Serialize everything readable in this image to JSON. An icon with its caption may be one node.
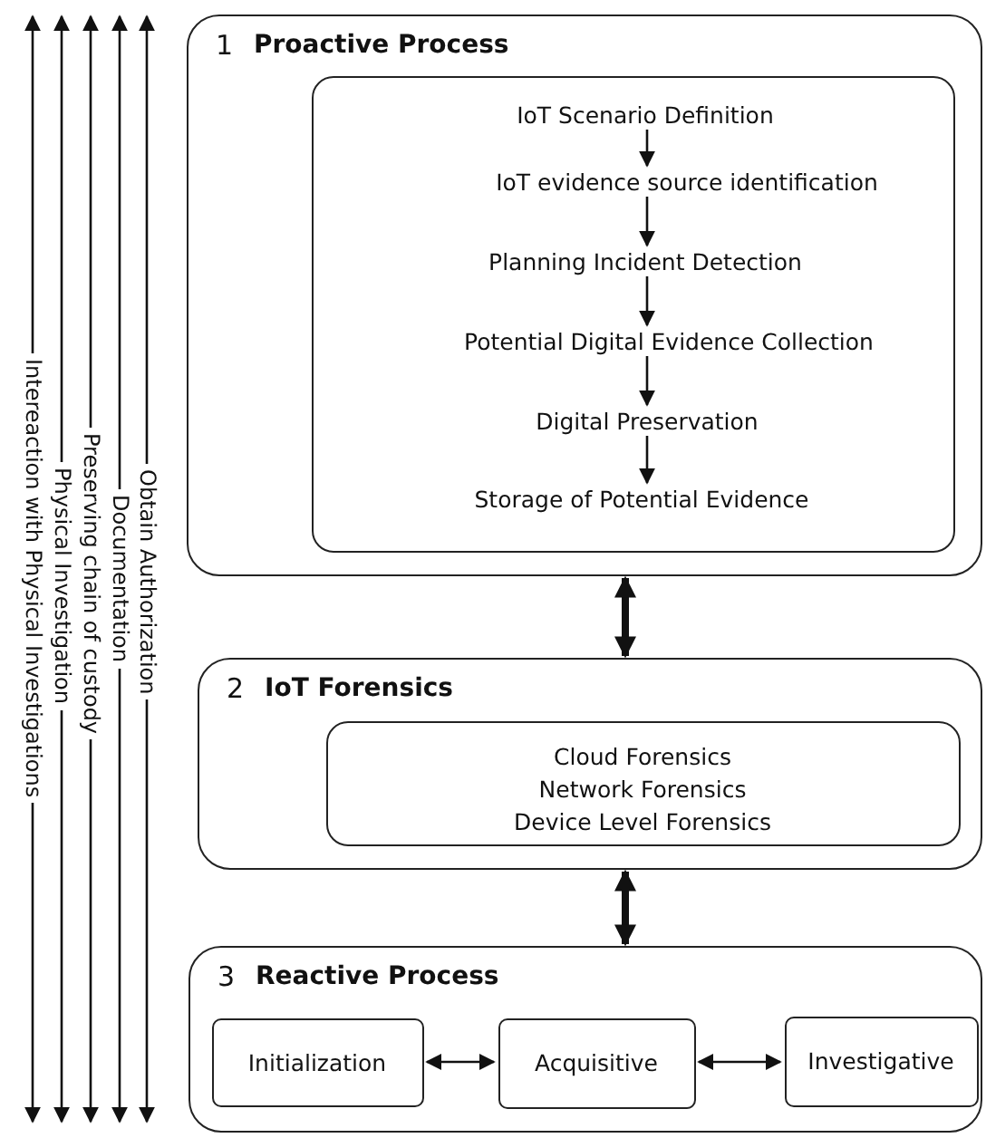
{
  "diagram": {
    "nodes": [
      {
        "text": [
          "1",
          "Proactive Process"
        ]
      },
      {
        "text": [],
        "shape": "box",
        "in": 0
      },
      {
        "text": [
          "IoT Scenario Definition"
        ],
        "in": 1
      },
      {
        "text": [
          "IoT evidence source identification"
        ],
        "in": 1
      },
      {
        "text": [
          "Planning Incident Detection"
        ],
        "in": 1
      },
      {
        "text": [
          "Potential Digital Evidence Collection"
        ],
        "in": 1
      },
      {
        "text": [
          "Digital Preservation"
        ],
        "in": 1
      },
      {
        "text": [
          "Storage of Potential Evidence"
        ],
        "in": 1
      },
      {
        "text": [
          "2",
          "IoT Forensics"
        ]
      },
      {
        "text": [
          "Cloud Forensics",
          "Network Forensics",
          "Device Level Forensics"
        ],
        "in": 8
      },
      {
        "text": [
          "3",
          "Reactive Process"
        ]
      },
      {
        "text": [
          "Initialization"
        ],
        "in": 10
      },
      {
        "text": [
          "Acquisitive"
        ],
        "in": 10
      },
      {
        "text": [
          "Investigative"
        ],
        "in": 10
      }
    ],
    "edges": [
      {
        "from": 2,
        "to": 3,
        "arrow": "to"
      },
      {
        "from": 3,
        "to": 4,
        "arrow": "to"
      },
      {
        "from": 4,
        "to": 5,
        "arrow": "to"
      },
      {
        "from": 5,
        "to": 6,
        "arrow": "to"
      },
      {
        "from": 6,
        "to": 7,
        "arrow": "to"
      },
      {
        "from": 0,
        "to": 8,
        "arrow": "both",
        "style": "thick"
      },
      {
        "from": 8,
        "to": 10,
        "arrow": "both",
        "style": "thick"
      },
      {
        "from": 11,
        "to": 12,
        "arrow": "both"
      },
      {
        "from": 12,
        "to": 13,
        "arrow": "both"
      }
    ],
    "labels": [
      "Intereaction with Physical Investigations",
      "Physical Investigation",
      "Preserving chain of custody",
      "Documentation",
      "Obtain Authorization"
    ]
  }
}
